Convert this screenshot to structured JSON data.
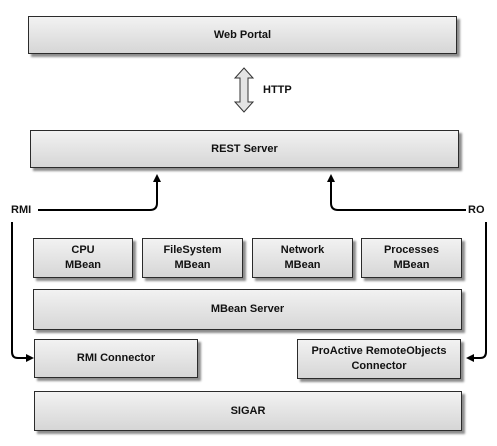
{
  "diagram": {
    "web_portal": "Web Portal",
    "rest_server": "REST Server",
    "http_label": "HTTP",
    "rmi_label": "RMI",
    "ro_label": "RO",
    "mbeans": [
      "CPU\nMBean",
      "FileSystem\nMBean",
      "Network\nMBean",
      "Processes\nMBean"
    ],
    "mbean_server": "MBean Server",
    "rmi_connector": "RMI Connector",
    "proactive_connector": "ProActive RemoteObjects\nConnector",
    "sigar": "SIGAR"
  }
}
